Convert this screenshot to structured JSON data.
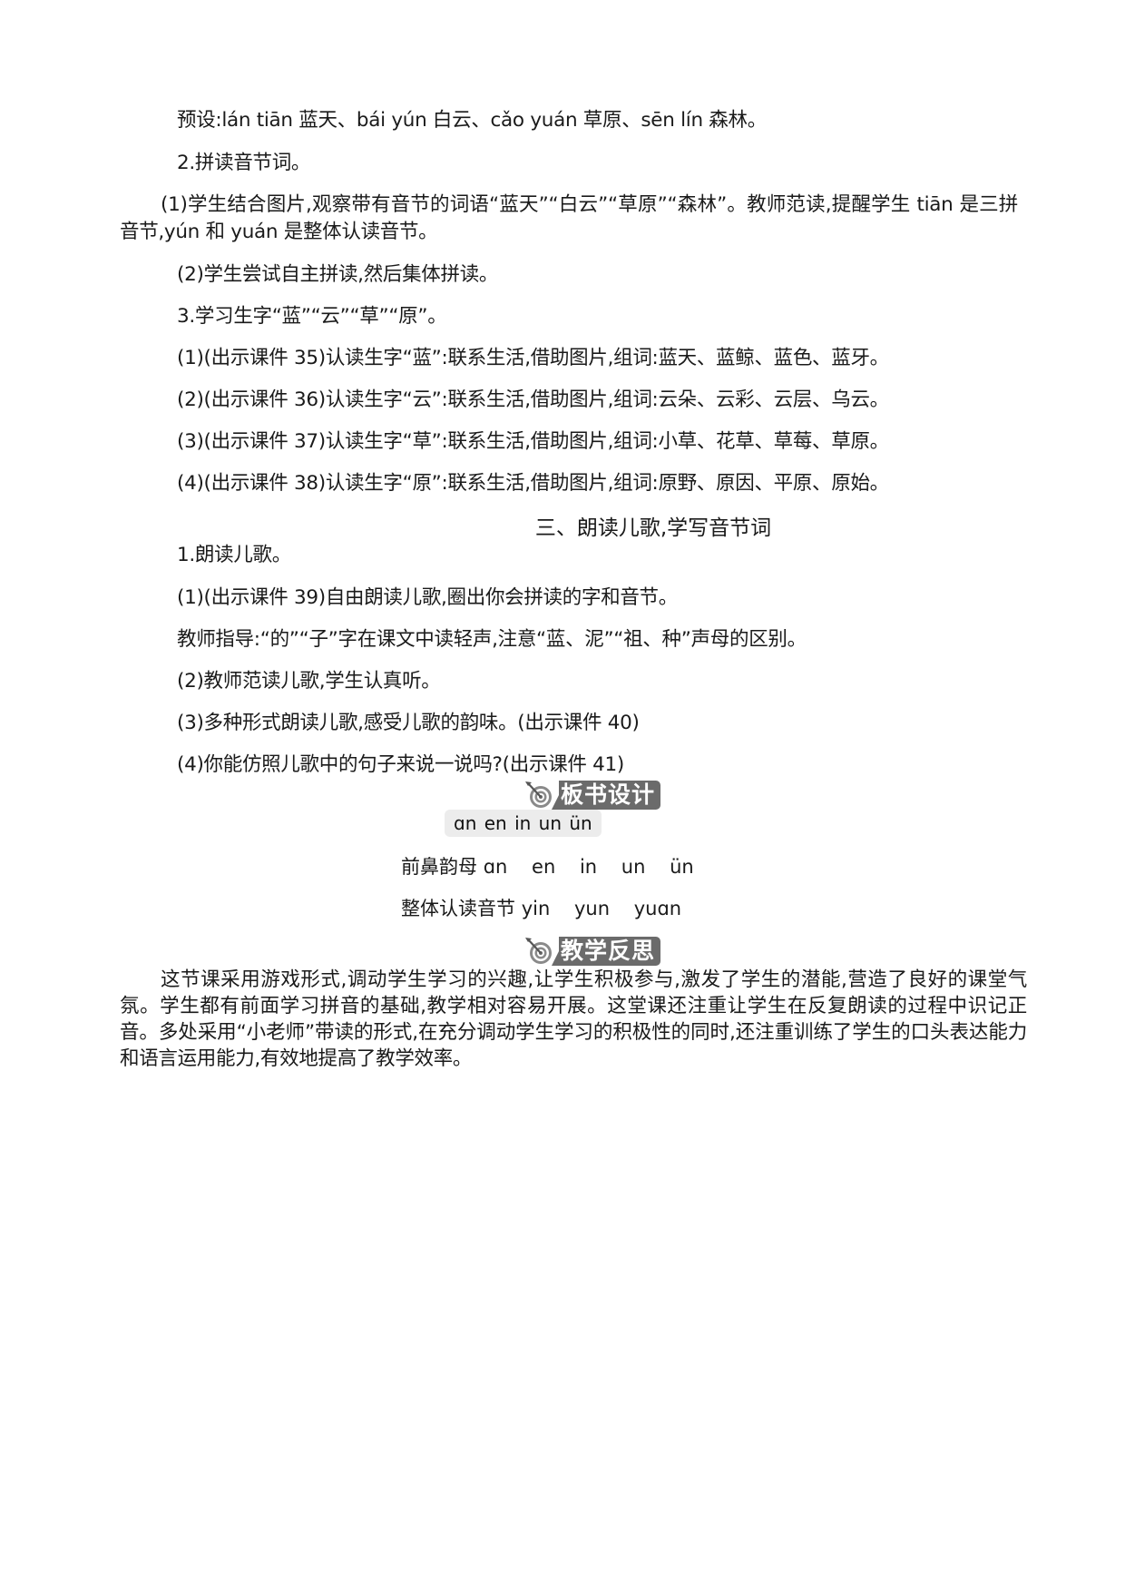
{
  "lines": {
    "preset": "预设:lán tiān 蓝天、bái yún 白云、cǎo yuán 草原、sēn lín 森林。",
    "step2": "2.拼读音节词。",
    "step2_1": "(1)学生结合图片,观察带有音节的词语“蓝天”“白云”“草原”“森林”。教师范读,提醒学生 tiān 是三拼音节,yún 和 yuán 是整体认读音节。",
    "step2_2": "(2)学生尝试自主拼读,然后集体拼读。",
    "step3": "3.学习生字“蓝”“云”“草”“原”。",
    "step3_1": "(1)(出示课件 35)认读生字“蓝”:联系生活,借助图片,组词:蓝天、蓝鲸、蓝色、蓝牙。",
    "step3_2": "(2)(出示课件 36)认读生字“云”:联系生活,借助图片,组词:云朵、云彩、云层、乌云。",
    "step3_3": "(3)(出示课件 37)认读生字“草”:联系生活,借助图片,组词:小草、花草、草莓、草原。",
    "step3_4": "(4)(出示课件 38)认读生字“原”:联系生活,借助图片,组词:原野、原因、平原、原始。"
  },
  "section3": {
    "title": "三、朗读儿歌,学写音节词",
    "item1": "1.朗读儿歌。",
    "item1_1": "(1)(出示课件 39)自由朗读儿歌,圈出你会拼读的字和音节。",
    "guide": "教师指导:“的”“子”字在课文中读轻声,注意“蓝、泥”“祖、种”声母的区别。",
    "item1_2": "(2)教师范读儿歌,学生认真听。",
    "item1_3": "(3)多种形式朗读儿歌,感受儿歌的韵味。(出示课件 40)",
    "item1_4": "(4)你能仿照儿歌中的句子来说一说吗?(出示课件 41)"
  },
  "board_design": {
    "badge_label": "板书设计",
    "icon": "target-dart-icon",
    "pinyin_title": "ɑn en in un ün",
    "row1_label": "前鼻韵母",
    "row1_values": "ɑn    en    in    un    ün",
    "row2_label": "整体认读音节",
    "row2_values": "yin    yun    yuɑn"
  },
  "reflection": {
    "badge_label": "教学反思",
    "icon": "target-dart-icon",
    "text": "这节课采用游戏形式,调动学生学习的兴趣,让学生积极参与,激发了学生的潜能,营造了良好的课堂气氛。学生都有前面学习拼音的基础,教学相对容易开展。这堂课还注重让学生在反复朗读的过程中识记正音。多处采用“小老师”带读的形式,在充分调动学生学习的积极性的同时,还注重训练了学生的口头表达能力和语言运用能力,有效地提高了教学效率。"
  },
  "colors": {
    "badge_bg": "#6b6b6b",
    "pinyin_box_bg": "#ececec",
    "text": "#1a1a1a"
  }
}
